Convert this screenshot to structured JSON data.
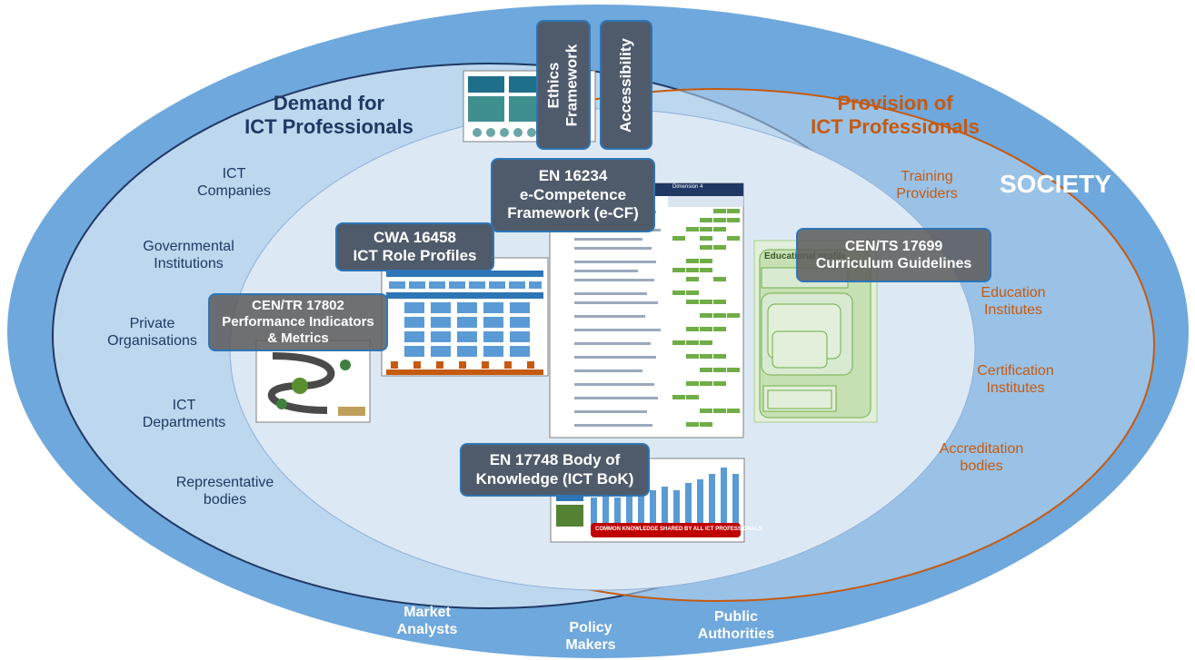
{
  "demand": {
    "title": "Demand for\nICT Professionals",
    "items": [
      "ICT\nCompanies",
      "Governmental\nInstitutions",
      "Private\nOrganisations",
      "ICT\nDepartments",
      "Representative\nbodies"
    ]
  },
  "provision": {
    "title": "Provision of\nICT Professionals",
    "items": [
      "Training\nProviders",
      "Education\nInstitutes",
      "Certification\nInstitutes",
      "Accreditation\nbodies"
    ]
  },
  "society": "SOCIETY",
  "society_items": [
    "Market\nAnalysts",
    "Policy\nMakers",
    "Public\nAuthorities"
  ],
  "standards": {
    "ethics": "Ethics\nFramework",
    "accessibility": "Accessibility",
    "ecf": "EN 16234\ne-Competence\nFramework (e-CF)",
    "cwa": "CWA 16458\nICT Role Profiles",
    "cen_tr": "CEN/TR 17802\nPerformance Indicators\n& Metrics",
    "cen_ts": "CEN/TS 17699\nCurriculum Guidelines",
    "bok": "EN 17748 Body of\nKnowledge (ICT BoK)"
  },
  "thumbnails": {
    "ecf_header": "Dimension 4",
    "curriculum_label": "Educational profile",
    "bok_footer": "COMMON KNOWLEDGE SHARED BY ALL ICT PROFESSIONALS"
  },
  "colors": {
    "outer": "#6fa8dc",
    "middle": "#bdd7ee",
    "inner": "#dce9f5",
    "demand": "#1f3864",
    "provision": "#c55a11",
    "box": "#4f5b6b"
  }
}
